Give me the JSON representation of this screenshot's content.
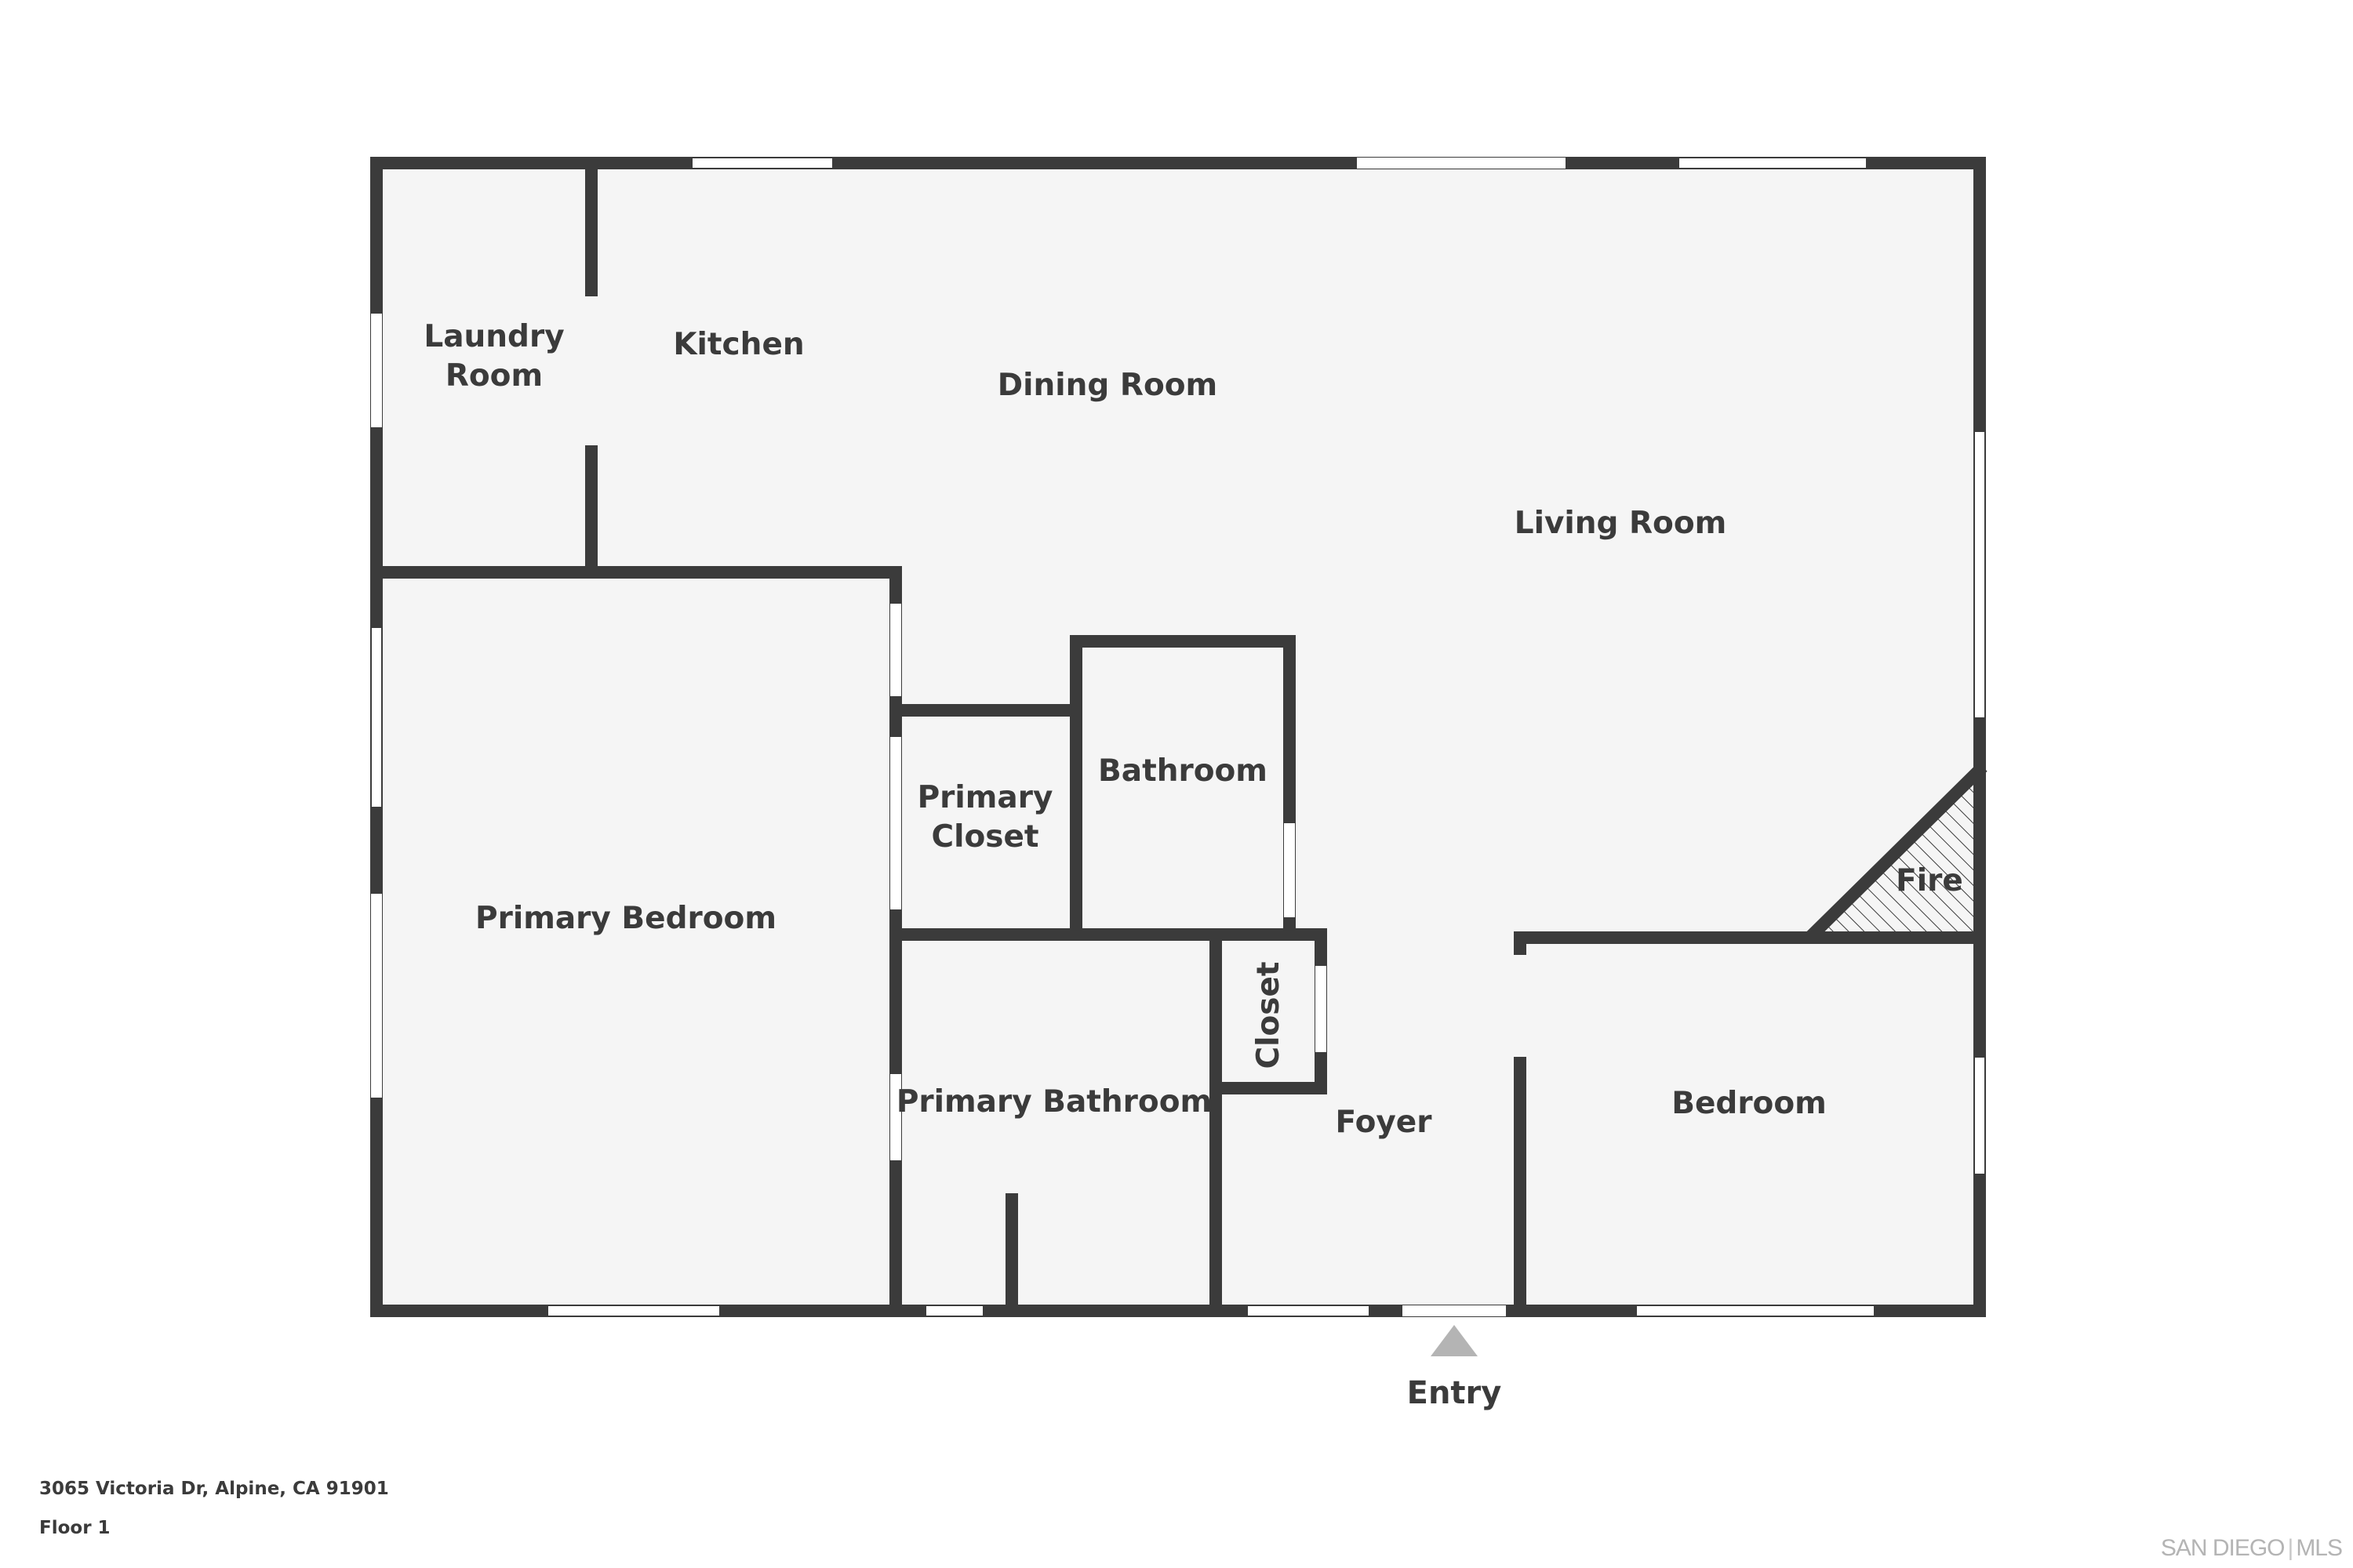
{
  "rooms": {
    "laundry_room": [
      "Laundry",
      "Room"
    ],
    "kitchen": "Kitchen",
    "dining_room": "Dining Room",
    "living_room": "Living Room",
    "primary_bedroom": "Primary Bedroom",
    "primary_closet": [
      "Primary",
      "Closet"
    ],
    "bathroom": "Bathroom",
    "fireplace": "Fire",
    "closet": "Closet",
    "primary_bathroom": "Primary Bathroom",
    "foyer": "Foyer",
    "bedroom": "Bedroom"
  },
  "entry_label": "Entry",
  "footer": {
    "address": "3065 Victoria Dr, Alpine, CA 91901",
    "floor": "Floor 1"
  },
  "brand": {
    "left": "SAN DIEGO",
    "right": "MLS"
  },
  "colors": {
    "wall": "#3b3b3b",
    "floor": "#f5f5f5",
    "window": "#ffffff",
    "entry_marker": "#b4b4b4"
  }
}
